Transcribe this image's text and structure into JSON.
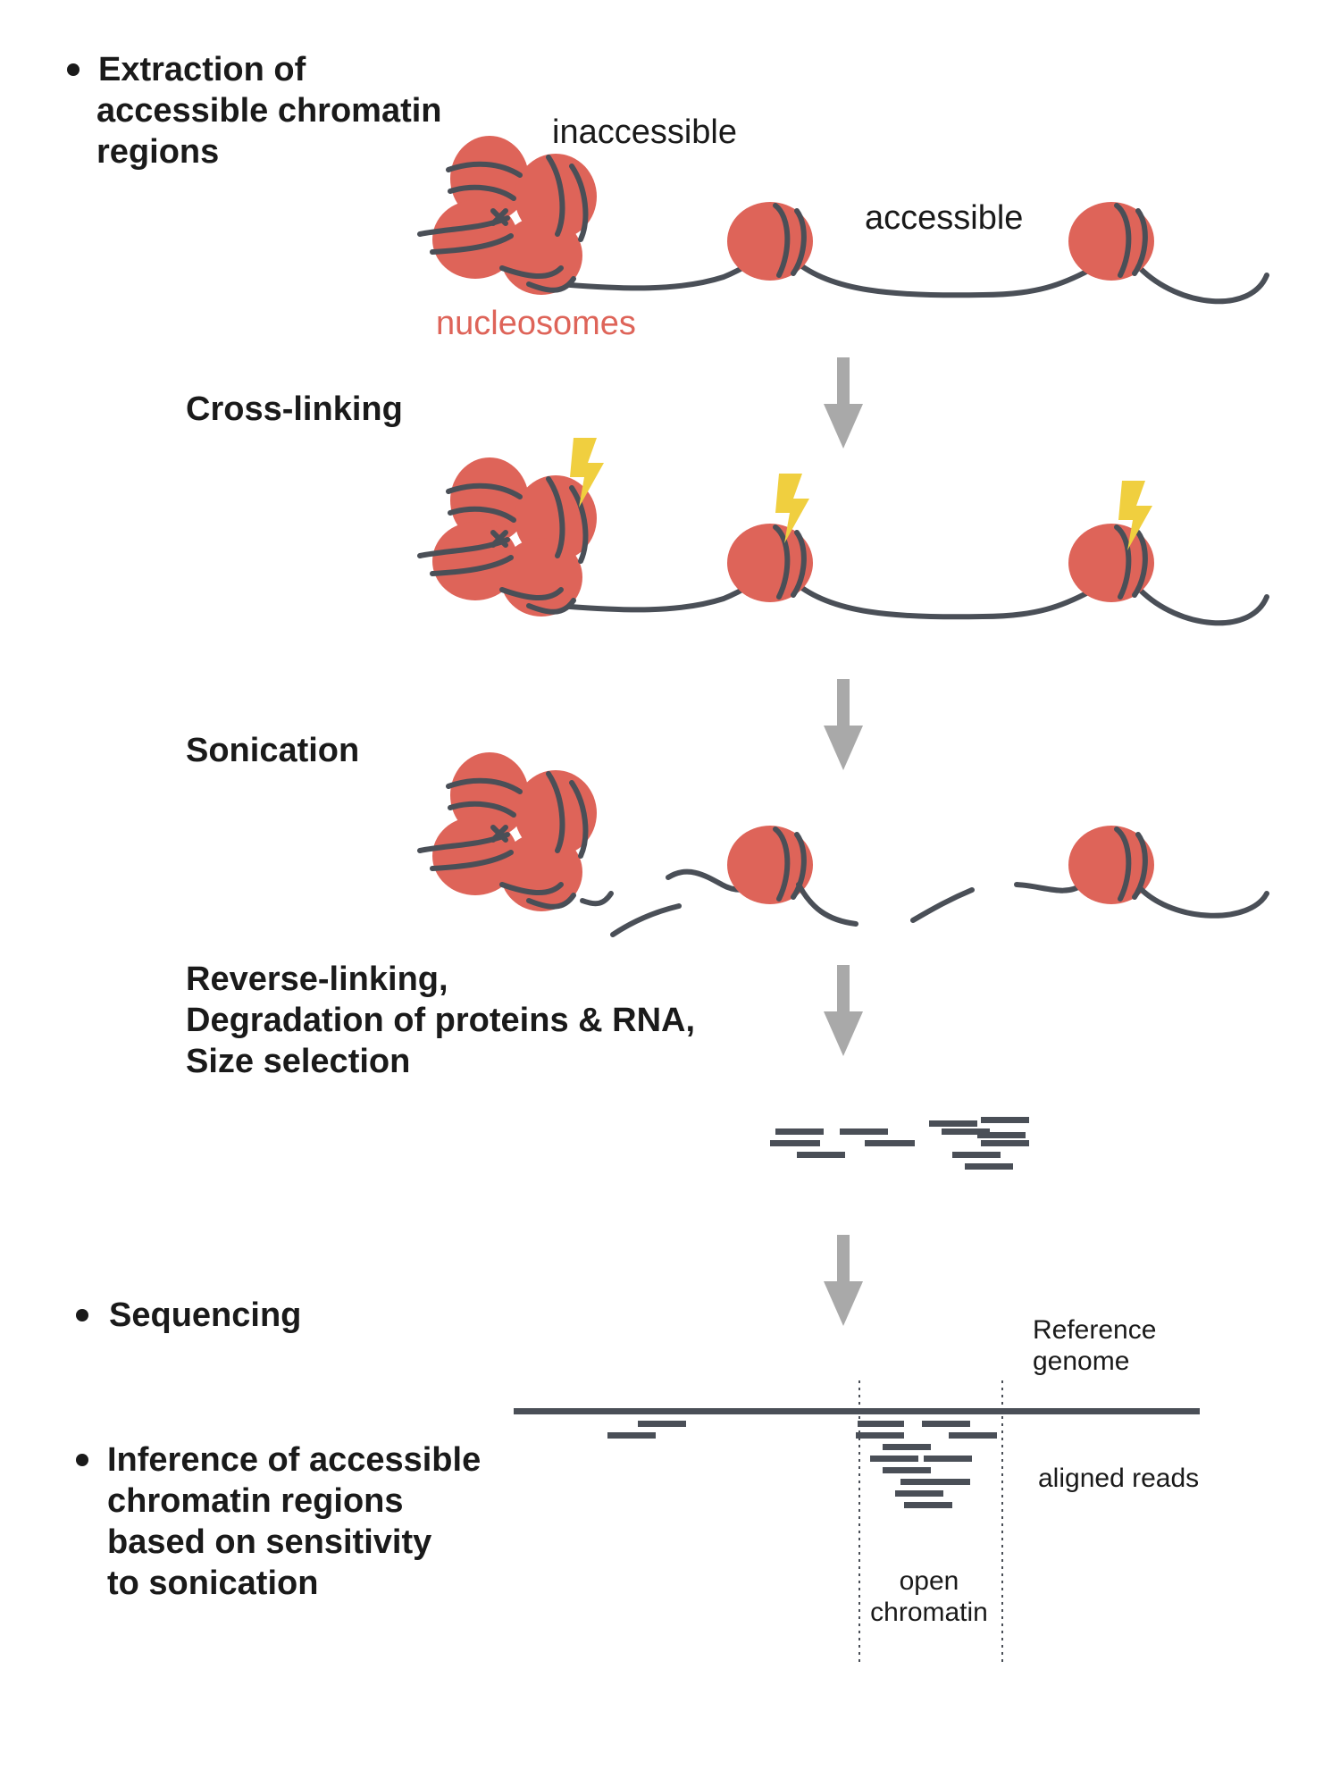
{
  "colors": {
    "nucleosome": "#de6459",
    "dna": "#4a4f57",
    "arrow": "#a9a9a9",
    "bolt": "#f0cf3f",
    "nucleosome_label": "#de6459"
  },
  "steps": {
    "extraction": {
      "line1": "Extraction of",
      "line2": "accessible chromatin",
      "line3": "regions"
    },
    "crosslinking": "Cross-linking",
    "sonication": "Sonication",
    "reverse": {
      "line1": "Reverse-linking,",
      "line2": "Degradation of proteins & RNA,",
      "line3": "Size selection"
    },
    "sequencing": "Sequencing",
    "inference": {
      "line1": "Inference of accessible",
      "line2": "chromatin regions",
      "line3": "based on sensitivity",
      "line4": "to sonication"
    }
  },
  "labels": {
    "inaccessible": "inaccessible",
    "accessible": "accessible",
    "nucleosomes": "nucleosomes",
    "reference_line1": "Reference",
    "reference_line2": "genome",
    "aligned_reads": "aligned reads",
    "open_line1": "open",
    "open_line2": "chromatin"
  },
  "icons": [
    "bullet-icon",
    "down-arrow-icon",
    "lightning-bolt-icon"
  ]
}
